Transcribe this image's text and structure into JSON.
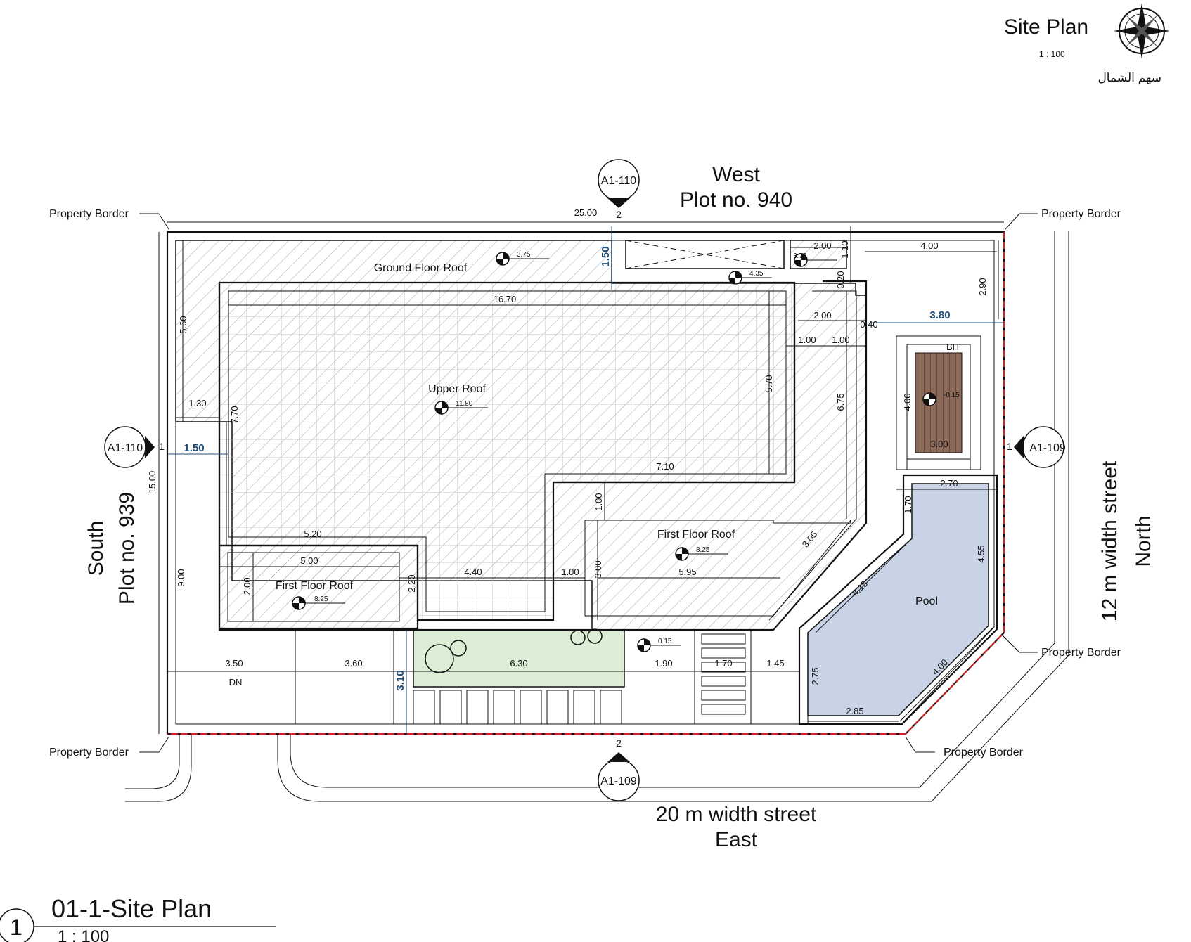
{
  "header": {
    "title": "Site Plan",
    "scale": "1 : 100",
    "north_arrow_caption": "سهم الشمال"
  },
  "sides": {
    "west_1": "West",
    "west_2": "Plot no. 940",
    "east_1": "20 m width street",
    "east_2": "East",
    "south_1": "South",
    "south_2": "Plot no. 939",
    "north_1": "12 m width street",
    "north_2": "North"
  },
  "property_border": "Property Border",
  "section_markers": {
    "top": {
      "ref": "A1-110",
      "num": "2"
    },
    "bottom": {
      "ref": "A1-109",
      "num": "2"
    },
    "left": {
      "ref": "A1-110",
      "num": "1"
    },
    "right": {
      "ref": "A1-109",
      "num": "1"
    }
  },
  "rooms": {
    "ground_floor_roof": "Ground Floor Roof",
    "upper_roof": "Upper Roof",
    "first_floor_roof_right": "First Floor Roof",
    "first_floor_roof_left": "First Floor Roof",
    "pool": "Pool",
    "dn": "DN",
    "bh": "BH"
  },
  "levels": {
    "gfr": "3.75",
    "gfr2": "4.35",
    "gfr3": "3.75",
    "upper": "11.80",
    "ffr_right": "8.25",
    "ffr_left": "8.25",
    "garden": "0.15",
    "deck": "-0.15"
  },
  "dimensions": {
    "d_2500": "25.00",
    "d_150_top": "1.50",
    "d_200_a": "2.00",
    "d_110": "1.10",
    "d_400": "4.00",
    "d_290": "2.90",
    "d_1670": "16.70",
    "d_020": "0.20",
    "d_200_b": "2.00",
    "d_380": "3.80",
    "d_040": "0.40",
    "d_100_a": "1.00",
    "d_100_b": "1.00",
    "d_560": "5.60",
    "d_570": "5.70",
    "d_675": "6.75",
    "d_130": "1.30",
    "d_770": "7.70",
    "d_150_left": "1.50",
    "d_1500": "15.00",
    "d_710": "7.10",
    "d_400_v": "4.00",
    "d_300_deck": "3.00",
    "d_270": "2.70",
    "d_100_c": "1.00",
    "d_520": "5.20",
    "d_500": "5.00",
    "d_305": "3.05",
    "d_170": "1.70",
    "d_455": "4.55",
    "d_200_v": "2.00",
    "d_220": "2.20",
    "d_440": "4.40",
    "d_100_d": "1.00",
    "d_300_v": "3.00",
    "d_595": "5.95",
    "d_415": "4.15",
    "d_900": "9.00",
    "d_350": "3.50",
    "d_360": "3.60",
    "d_630": "6.30",
    "d_190": "1.90",
    "d_170_b": "1.70",
    "d_145": "1.45",
    "d_310": "3.10",
    "d_275": "2.75",
    "d_400_pool": "4.00",
    "d_285": "2.85"
  },
  "footer": {
    "number": "1",
    "title": "01-1-Site Plan",
    "scale": "1 : 100"
  },
  "colors": {
    "pool": "#c9d3e6",
    "garden": "#dcefd6",
    "deck": "#8c6a5a",
    "border_red": "#d62020",
    "dim_blue": "#1f4e79"
  }
}
